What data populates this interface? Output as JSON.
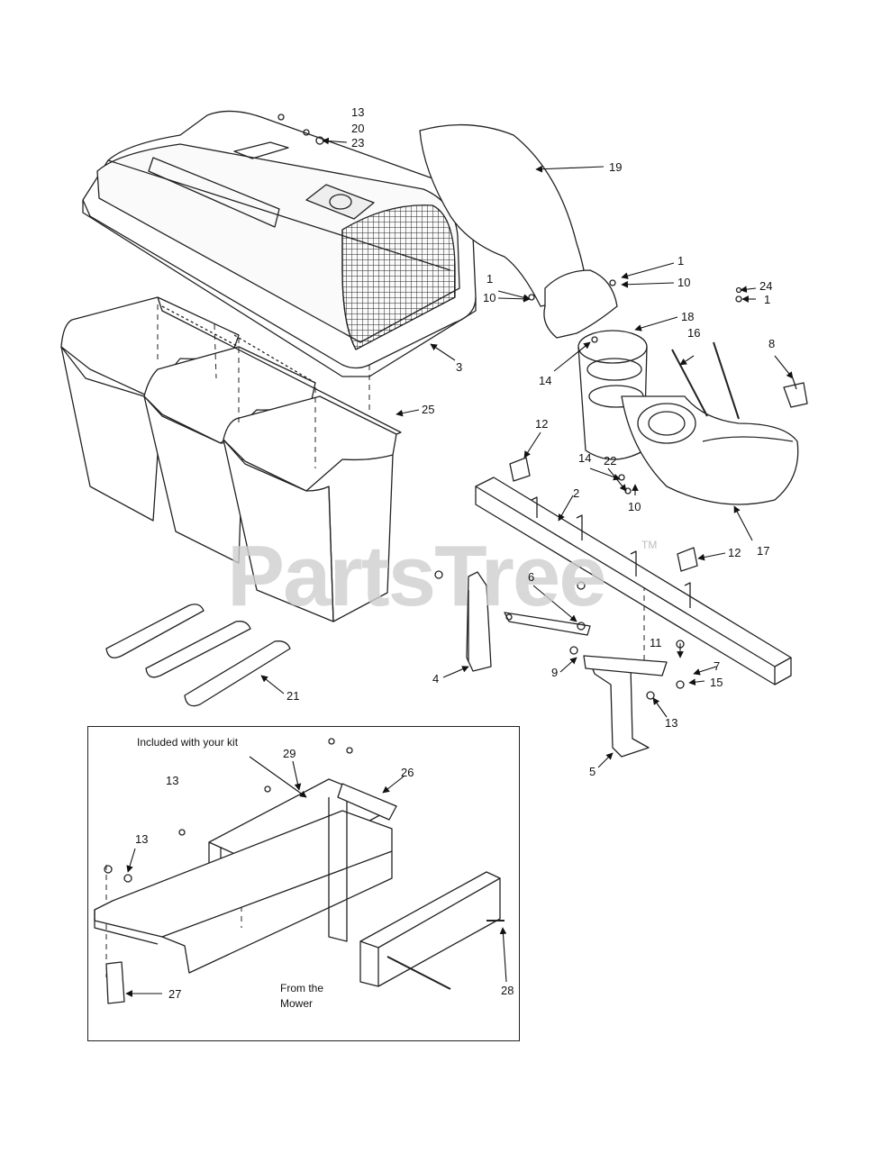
{
  "watermark": {
    "brand": "PartsTree",
    "trademark": "TM"
  },
  "notes": {
    "included": "Included with your kit",
    "from_mower_line1": "From the",
    "from_mower_line2": "Mower"
  },
  "callouts": [
    {
      "id": "c13a",
      "text": "13"
    },
    {
      "id": "c20",
      "text": "20"
    },
    {
      "id": "c23",
      "text": "23"
    },
    {
      "id": "c19",
      "text": "19"
    },
    {
      "id": "c1a",
      "text": "1"
    },
    {
      "id": "c10a",
      "text": "10"
    },
    {
      "id": "c1b",
      "text": "1"
    },
    {
      "id": "c10b",
      "text": "10"
    },
    {
      "id": "c24",
      "text": "24"
    },
    {
      "id": "c1c",
      "text": "1"
    },
    {
      "id": "c18",
      "text": "18"
    },
    {
      "id": "c16",
      "text": "16"
    },
    {
      "id": "c8",
      "text": "8"
    },
    {
      "id": "c14a",
      "text": "14"
    },
    {
      "id": "c3",
      "text": "3"
    },
    {
      "id": "c25",
      "text": "25"
    },
    {
      "id": "c12a",
      "text": "12"
    },
    {
      "id": "c14b",
      "text": "14"
    },
    {
      "id": "c22",
      "text": "22"
    },
    {
      "id": "c2",
      "text": "2"
    },
    {
      "id": "c10c",
      "text": "10"
    },
    {
      "id": "c17",
      "text": "17"
    },
    {
      "id": "c12b",
      "text": "12"
    },
    {
      "id": "c6",
      "text": "6"
    },
    {
      "id": "c11",
      "text": "11"
    },
    {
      "id": "c7",
      "text": "7"
    },
    {
      "id": "c9",
      "text": "9"
    },
    {
      "id": "c4",
      "text": "4"
    },
    {
      "id": "c15",
      "text": "15"
    },
    {
      "id": "c13b",
      "text": "13"
    },
    {
      "id": "c21",
      "text": "21"
    },
    {
      "id": "c5",
      "text": "5"
    },
    {
      "id": "c29",
      "text": "29"
    },
    {
      "id": "c13c",
      "text": "13"
    },
    {
      "id": "c26",
      "text": "26"
    },
    {
      "id": "c13d",
      "text": "13"
    },
    {
      "id": "c27",
      "text": "27"
    },
    {
      "id": "c28",
      "text": "28"
    }
  ]
}
